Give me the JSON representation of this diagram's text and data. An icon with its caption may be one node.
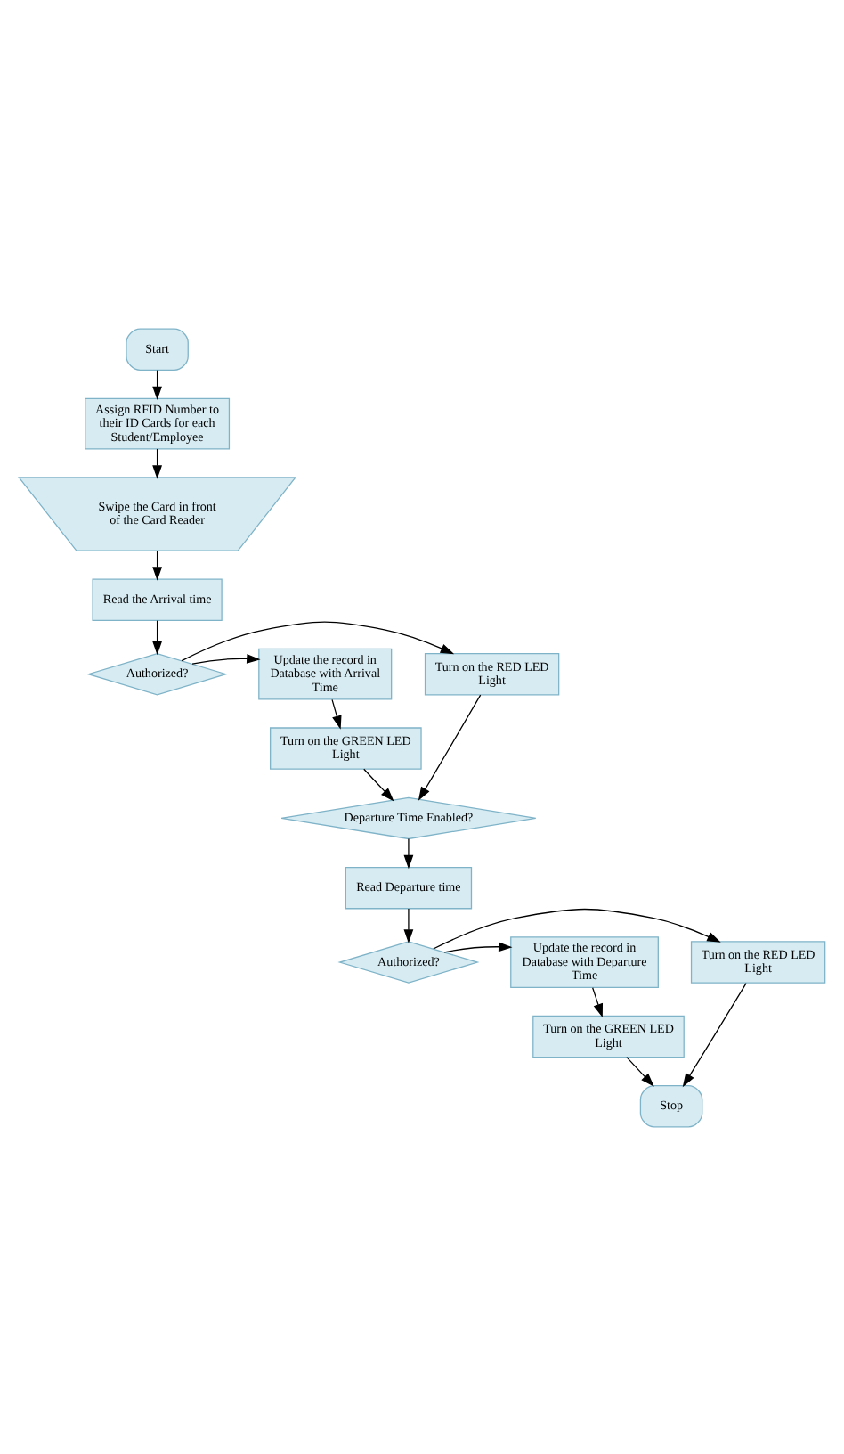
{
  "diagram": {
    "nodes": [
      {
        "text": [
          "Start"
        ]
      },
      {
        "text": [
          "Assign RFID Number to their ID Cards for each Student/Employee"
        ]
      },
      {
        "text": [
          "Swipe the Card in front of the Card Reader"
        ]
      },
      {
        "text": [
          "Read the Arrival time"
        ]
      },
      {
        "text": [
          "Authorized?"
        ]
      },
      {
        "text": [
          "Turn on the RED LED Light"
        ]
      },
      {
        "text": [
          "Update the record in Database with Arrival Time"
        ]
      },
      {
        "text": [
          "Turn on the GREEN LED Light"
        ]
      },
      {
        "text": [
          "Departure Time Enabled?"
        ]
      },
      {
        "text": [
          "Read Departure time"
        ]
      },
      {
        "text": [
          "Authorized?"
        ]
      },
      {
        "text": [
          "Turn on the RED LED Light"
        ]
      },
      {
        "text": [
          "Update the record in Database with Departure Time"
        ]
      },
      {
        "text": [
          "Turn on the GREEN LED Light"
        ]
      },
      {
        "text": [
          "Stop"
        ]
      }
    ],
    "edges": [
      {
        "from": 0,
        "to": 1,
        "arrow": "to"
      },
      {
        "from": 1,
        "to": 2,
        "arrow": "to"
      },
      {
        "from": 2,
        "to": 3,
        "arrow": "to"
      },
      {
        "from": 3,
        "to": 4,
        "arrow": "to"
      },
      {
        "from": 4,
        "to": 5,
        "arrow": "to"
      },
      {
        "from": 4,
        "to": 6,
        "arrow": "to"
      },
      {
        "from": 6,
        "to": 7,
        "arrow": "to"
      },
      {
        "from": 5,
        "to": 8,
        "arrow": "to"
      },
      {
        "from": 7,
        "to": 8,
        "arrow": "to"
      },
      {
        "from": 8,
        "to": 9,
        "arrow": "to"
      },
      {
        "from": 9,
        "to": 10,
        "arrow": "to"
      },
      {
        "from": 10,
        "to": 11,
        "arrow": "to"
      },
      {
        "from": 10,
        "to": 12,
        "arrow": "to"
      },
      {
        "from": 12,
        "to": 13,
        "arrow": "to"
      },
      {
        "from": 11,
        "to": 14,
        "arrow": "to"
      },
      {
        "from": 13,
        "to": 14,
        "arrow": "to"
      }
    ]
  }
}
